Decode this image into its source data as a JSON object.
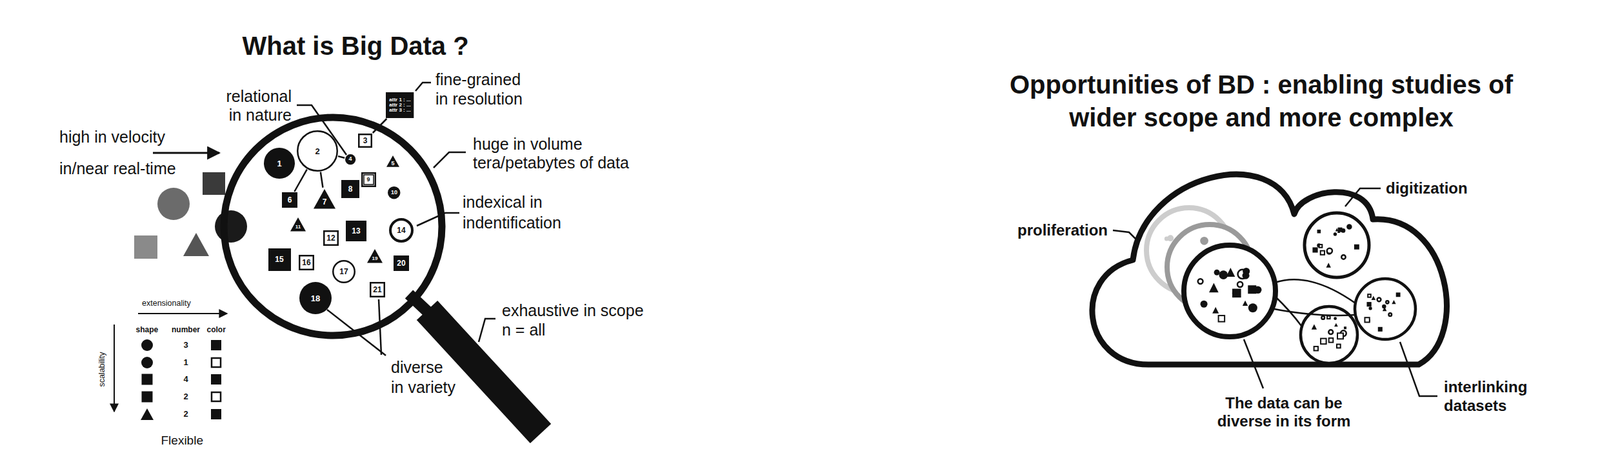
{
  "diagram": {
    "title": "What is Big Data ?",
    "nodes": [
      {
        "text": [
          "attr 1 : ...",
          "attr 2 : ...",
          "attr 3 : ..."
        ]
      },
      {
        "text": [
          "1"
        ]
      },
      {
        "text": [
          "2"
        ]
      },
      {
        "text": [
          "3"
        ]
      },
      {
        "text": [
          "4"
        ]
      },
      {
        "text": [
          "5"
        ]
      },
      {
        "text": [
          "6"
        ]
      },
      {
        "text": [
          "7"
        ]
      },
      {
        "text": [
          "8"
        ]
      },
      {
        "text": [
          "9"
        ]
      },
      {
        "text": [
          "10"
        ]
      },
      {
        "text": [
          "11"
        ]
      },
      {
        "text": [
          "12"
        ]
      },
      {
        "text": [
          "13"
        ]
      },
      {
        "text": [
          "14"
        ]
      },
      {
        "text": [
          "15"
        ]
      },
      {
        "text": [
          "16"
        ]
      },
      {
        "text": [
          "17"
        ]
      },
      {
        "text": [
          "18"
        ]
      },
      {
        "text": [
          "19"
        ]
      },
      {
        "text": [
          "20"
        ]
      },
      {
        "text": [
          "21"
        ]
      }
    ],
    "edges": [
      {
        "from": 0,
        "to": 3,
        "arrow": "none"
      },
      {
        "from": 2,
        "to": 4,
        "arrow": "none"
      },
      {
        "from": 2,
        "to": 6,
        "arrow": "none"
      },
      {
        "from": 2,
        "to": 7,
        "arrow": "none"
      }
    ],
    "labels": [
      "relational in nature",
      "fine-grained in resolution",
      "high in velocity",
      "in/near real-time",
      "huge in volume",
      "tera/petabytes of data",
      "indexical in indentification",
      "exhaustive in scope",
      "n = all",
      "diverse in variety",
      "extensionality",
      "scalability",
      "shape",
      "number",
      "color",
      "3",
      "1",
      "4",
      "2",
      "2",
      "Flexible",
      "Opportunities of BD : enabling studies of wider scope and more complex",
      "proliferation",
      "digitization",
      "The data can be diverse in its form",
      "interlinking datasets"
    ]
  }
}
